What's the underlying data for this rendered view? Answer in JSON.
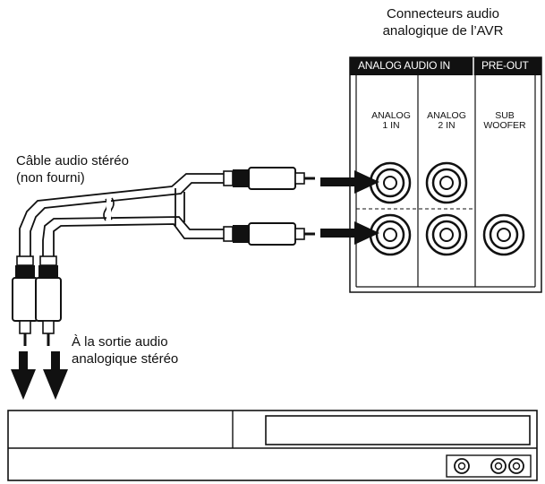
{
  "labels": {
    "avr_connectors_line1": "Connecteurs audio",
    "avr_connectors_line2": "analogique de l’AVR",
    "cable_line1": "Câble audio stéréo",
    "cable_line2": "(non fourni)",
    "output_line1": "À la sortie audio",
    "output_line2": "analogique stéréo"
  },
  "panel": {
    "header_analog_audio_in": "ANALOG AUDIO IN",
    "header_pre_out": "PRE-OUT",
    "jack_analog1_line1": "ANALOG",
    "jack_analog1_line2": "1 IN",
    "jack_analog2_line1": "ANALOG",
    "jack_analog2_line2": "2 IN",
    "jack_sub_line1": "SUB",
    "jack_sub_line2": "WOOFER"
  },
  "colors": {
    "line": "#111111",
    "panel_header": "#111111",
    "background": "#ffffff"
  }
}
